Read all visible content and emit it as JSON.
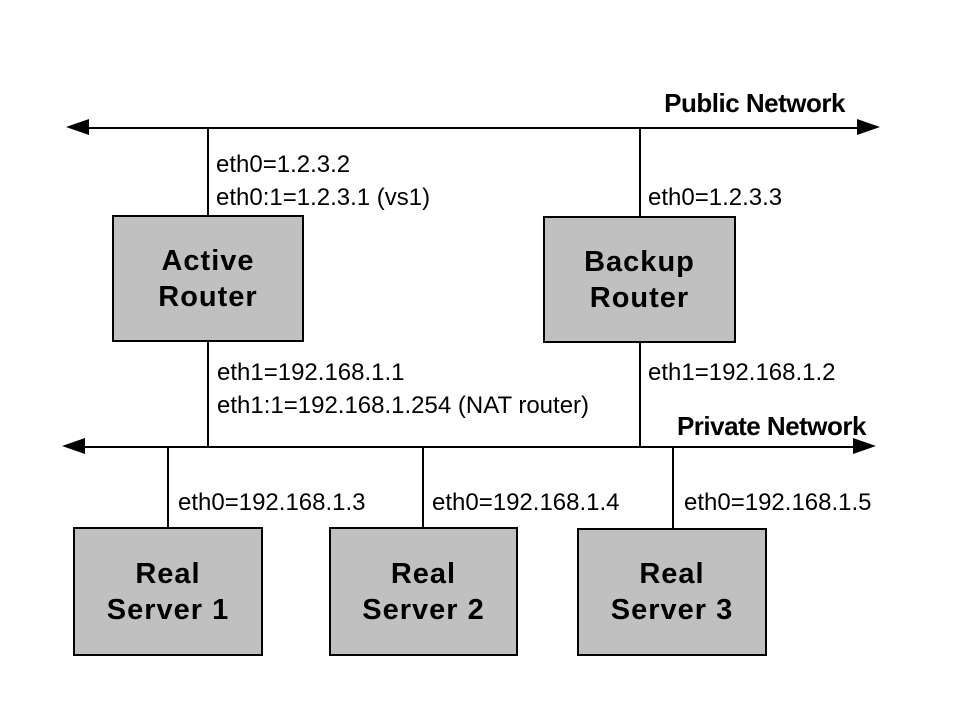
{
  "colors": {
    "background": "#ffffff",
    "line": "#000000",
    "box_fill": "#c0c0c0",
    "box_border": "#000000",
    "text": "#000000"
  },
  "networks": {
    "public": {
      "label": "Public Network"
    },
    "private": {
      "label": "Private Network"
    }
  },
  "routers": {
    "active": {
      "name_line1": "Active",
      "name_line2": "Router",
      "public_if": "eth0=1.2.3.2",
      "public_if_alias": "eth0:1=1.2.3.1 (vs1)",
      "private_if": "eth1=192.168.1.1",
      "private_if_alias": "eth1:1=192.168.1.254 (NAT router)"
    },
    "backup": {
      "name_line1": "Backup",
      "name_line2": "Router",
      "public_if": "eth0=1.2.3.3",
      "private_if": "eth1=192.168.1.2"
    }
  },
  "servers": [
    {
      "name_line1": "Real",
      "name_line2": "Server 1",
      "if": "eth0=192.168.1.3"
    },
    {
      "name_line1": "Real",
      "name_line2": "Server 2",
      "if": "eth0=192.168.1.4"
    },
    {
      "name_line1": "Real",
      "name_line2": "Server 3",
      "if": "eth0=192.168.1.5"
    }
  ]
}
